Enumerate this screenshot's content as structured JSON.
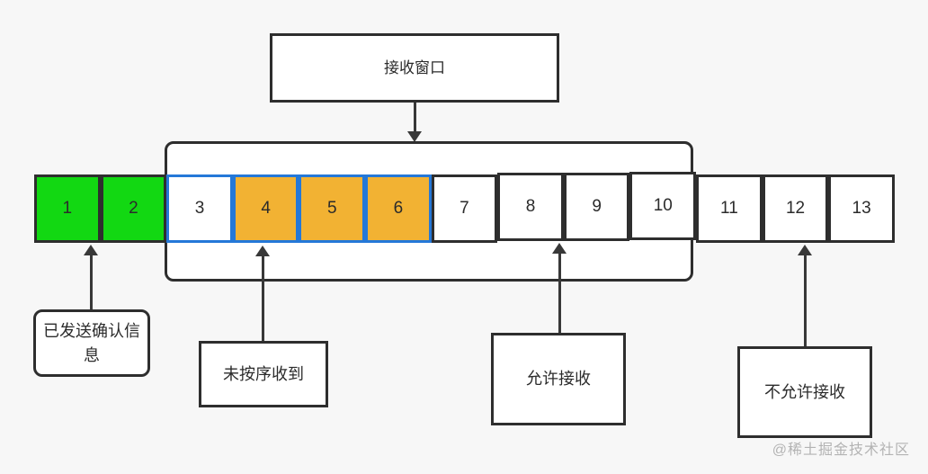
{
  "diagram": {
    "title_box": {
      "label": "接收窗口"
    },
    "sequence": {
      "cells": [
        {
          "value": "1",
          "state": "acked"
        },
        {
          "value": "2",
          "state": "acked"
        },
        {
          "value": "3",
          "state": "in-window-empty"
        },
        {
          "value": "4",
          "state": "out-of-order"
        },
        {
          "value": "5",
          "state": "out-of-order"
        },
        {
          "value": "6",
          "state": "out-of-order"
        },
        {
          "value": "7",
          "state": "allowed"
        },
        {
          "value": "8",
          "state": "allowed"
        },
        {
          "value": "9",
          "state": "allowed"
        },
        {
          "value": "10",
          "state": "allowed"
        },
        {
          "value": "11",
          "state": "not-allowed"
        },
        {
          "value": "12",
          "state": "not-allowed"
        },
        {
          "value": "13",
          "state": "not-allowed"
        }
      ]
    },
    "annotations": {
      "sent_acked": {
        "label": "已发送确认信息",
        "points_to_cell": "1"
      },
      "out_of_order": {
        "label": "未按序收到",
        "points_to_cell": "4"
      },
      "allowed": {
        "label": "允许接收",
        "points_to_cell": "8"
      },
      "not_allowed": {
        "label": "不允许接收",
        "points_to_cell": "12"
      }
    },
    "watermark": "@稀土掘金技术社区",
    "colors": {
      "background": "#f7f7f7",
      "acked_green": "#12d812",
      "out_of_order_orange": "#f2b233",
      "window_blue_border": "#2478d8",
      "line_dark": "#2e2e2e",
      "watermark_gray": "#b3b3b3"
    }
  }
}
